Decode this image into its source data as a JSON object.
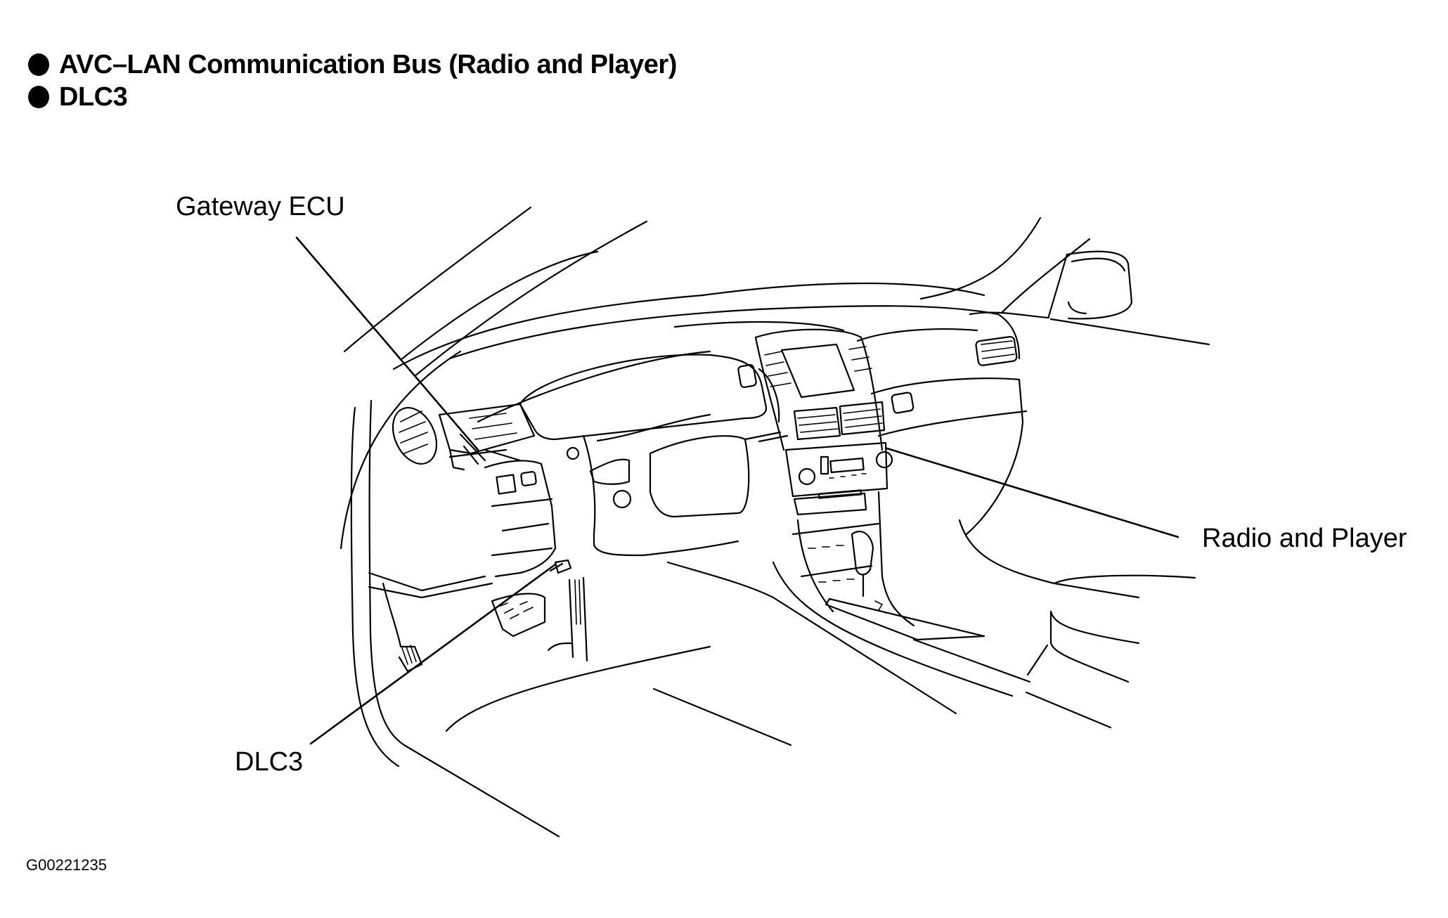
{
  "diagram": {
    "type": "component-location-illustration",
    "headings": [
      {
        "bullet": "filled-circle",
        "text": "AVC–LAN Communication Bus (Radio and Player)"
      },
      {
        "bullet": "filled-circle",
        "text": "DLC3"
      }
    ],
    "callouts": [
      {
        "id": "gateway-ecu",
        "text": "Gateway ECU"
      },
      {
        "id": "radio-and-player",
        "text": "Radio and Player"
      },
      {
        "id": "dlc3",
        "text": "DLC3"
      }
    ],
    "figure_code": "G00221235",
    "colors": {
      "ink": "#000000",
      "background": "#ffffff"
    }
  }
}
